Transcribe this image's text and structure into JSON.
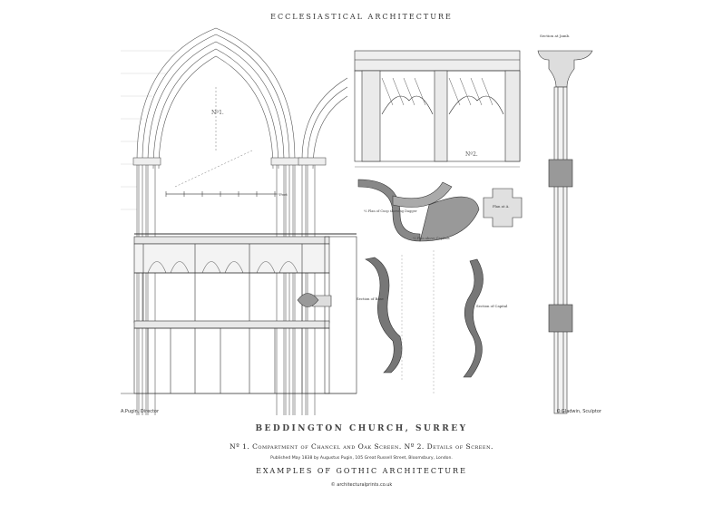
{
  "header": {
    "title": "ECCLESIASTICAL ARCHITECTURE"
  },
  "plate": {
    "labels": {
      "no1": "Nº1.",
      "no2": "Nº2.",
      "scale": "Feet",
      "section_jamb": "Section at Jamb.",
      "plan_cusp": "⅛ Plan of Cusp showing Dagger",
      "plan_capitals": "⅛ Plan above Capitals",
      "plan_a": "Plan at A.",
      "section_base": "Section of Base",
      "section_capital": "Section of Capital"
    }
  },
  "credits": {
    "left": "A.Pugin, Director",
    "right": "O.Gladwin, Sculptor"
  },
  "footer": {
    "church": "BEDDINGTON CHURCH, SURREY",
    "subtitle": "Nº 1. Compartment of Chancel and Oak Screen. Nº 2. Details of Screen.",
    "published": "Published May 1838 by Augustus Pugin, 105 Great Russell Street, Bloomsbury, London.",
    "series": "EXAMPLES OF GOTHIC ARCHITECTURE",
    "website": "© architecturalprints.co.uk"
  }
}
